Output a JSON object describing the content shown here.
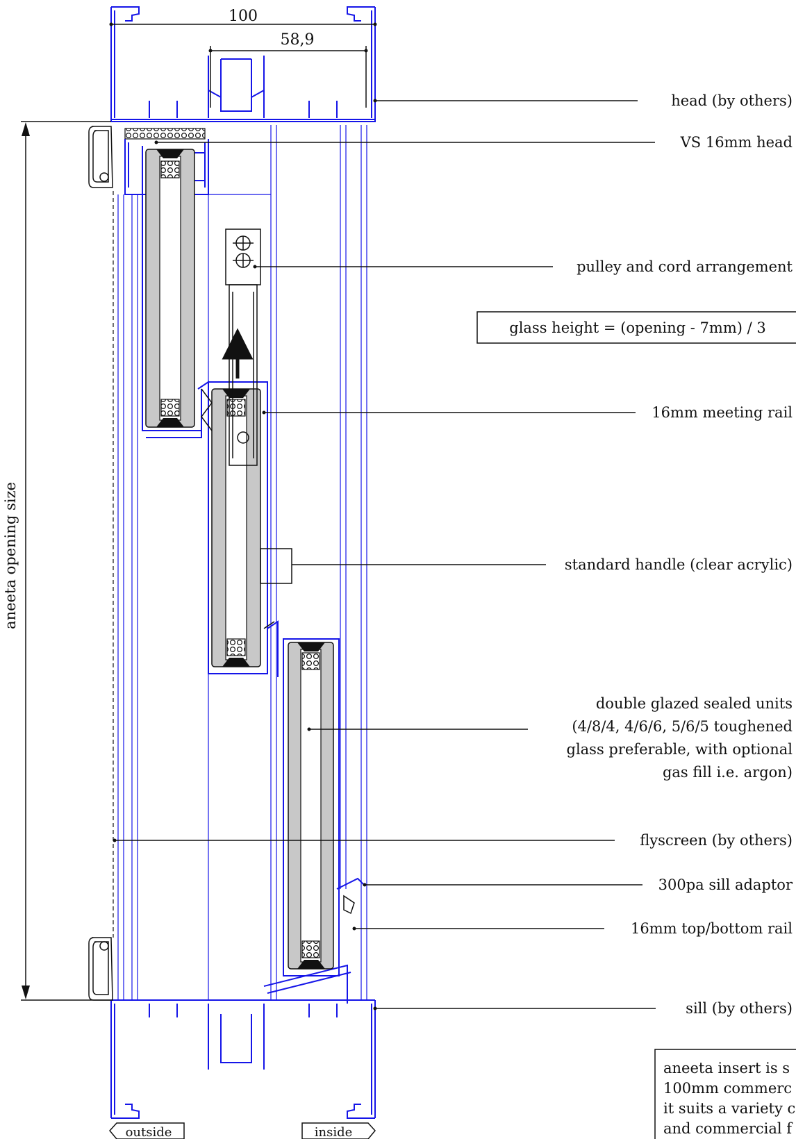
{
  "dimensions": {
    "overall_width": "100",
    "sash_width": "58,9",
    "opening_size": "aneeta opening size"
  },
  "labels": {
    "head": "head (by others)",
    "vs_head": "VS 16mm head",
    "pulley": "pulley and cord arrangement",
    "glass_height": "glass height = (opening - 7mm) / 3",
    "meeting_rail": "16mm meeting rail",
    "handle": "standard handle (clear acrylic)",
    "double_glazed": [
      "double glazed sealed units",
      "(4/8/4, 4/6/6, 5/6/5 toughened",
      "glass preferable, with optional",
      "gas fill i.e. argon)"
    ],
    "flyscreen": "flyscreen (by others)",
    "sill_adaptor": "300pa sill adaptor",
    "top_bottom_rail": "16mm top/bottom rail",
    "sill": "sill (by others)"
  },
  "note": [
    "aneeta insert is s",
    "100mm commerc",
    "it suits a variety c",
    "and commercial f"
  ],
  "direction_tags": {
    "outside": "outside",
    "inside": "inside"
  },
  "colors": {
    "frame": "#1515e8",
    "ink": "#111111",
    "glass": "#c8c8c8"
  }
}
